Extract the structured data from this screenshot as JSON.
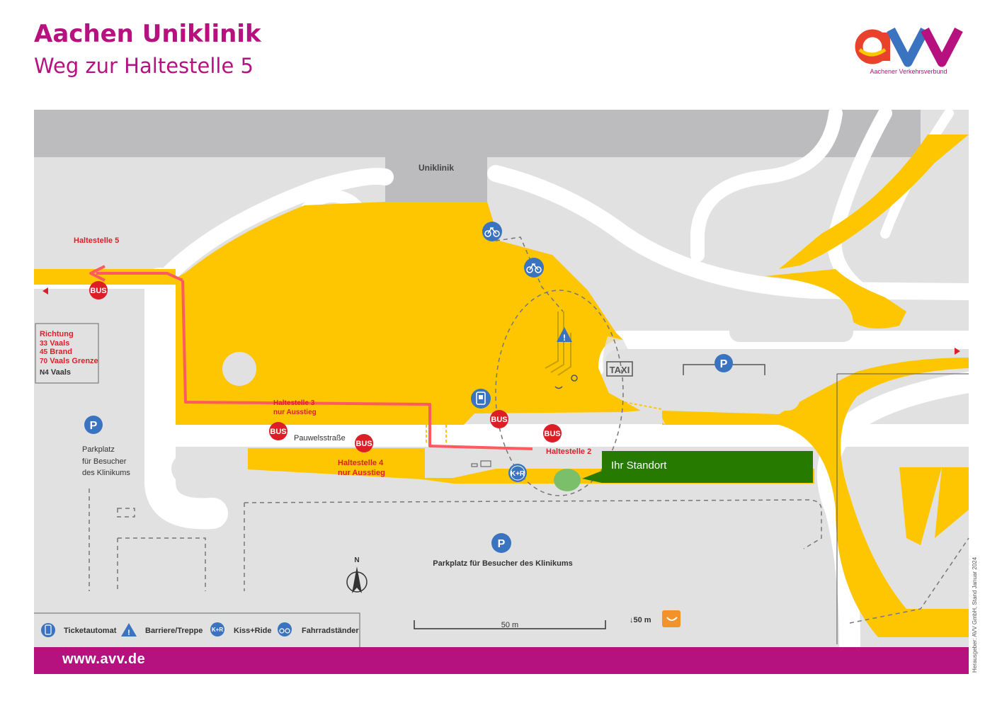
{
  "header": {
    "title": "Aachen Uniklinik",
    "subtitle": "Weg zur Haltestelle 5"
  },
  "logo": {
    "wordmark": "aVV",
    "tagline": "Aachener Verkehrsverbund"
  },
  "colors": {
    "brand": "#b5127f",
    "yellow": "#fec600",
    "route": "#ff5a5f",
    "stop_red": "#dc1f26",
    "info_blue": "#3a73bf",
    "standort_green": "#267a00",
    "map_gray": "#e1e1e2",
    "building_gray": "#bcbcbe"
  },
  "map": {
    "building": "Uniklinik",
    "street": "Pauwelsstraße",
    "taxi": "TAXI",
    "stops": {
      "h5": "Haltestelle 5",
      "h3_line1": "Haltestelle 3",
      "h3_line2": "nur Ausstieg",
      "h4_line1": "Haltestelle 4",
      "h4_line2": "nur Ausstieg",
      "h2": "Haltestelle 2"
    },
    "bus_badge": "BUS",
    "direction": {
      "heading": "Richtung",
      "lines": [
        {
          "num": "33",
          "dest": "Vaals",
          "color": "#dc1f26"
        },
        {
          "num": "45",
          "dest": "Brand",
          "color": "#dc1f26"
        },
        {
          "num": "70",
          "dest": "Vaals Grenze",
          "color": "#dc1f26"
        },
        {
          "num": "N4",
          "dest": "Vaals",
          "color": "#333333"
        }
      ]
    },
    "parking_left_lines": [
      "Parkplatz",
      "für Besucher",
      "des Klinikums"
    ],
    "parking_bottom": "Parkplatz für Besucher des Klinikums",
    "parking_symbol": "P",
    "standort": "Ihr Standort",
    "north": "N",
    "scale": "50 m",
    "elevator_distance": "↓50 m",
    "kiss_ride_badge": "K+R"
  },
  "legend": [
    {
      "icon": "ticket-machine-icon",
      "label": "Ticketautomat"
    },
    {
      "icon": "barrier-stairs-icon",
      "label": "Barriere/Treppe"
    },
    {
      "icon": "kiss-ride-icon",
      "label": "Kiss+Ride"
    },
    {
      "icon": "bicycle-rack-icon",
      "label": "Fahrradständer"
    }
  ],
  "footer": {
    "url": "www.avv.de",
    "publisher": "Herausgeber: AVV GmbH, Stand Januar 2024"
  }
}
